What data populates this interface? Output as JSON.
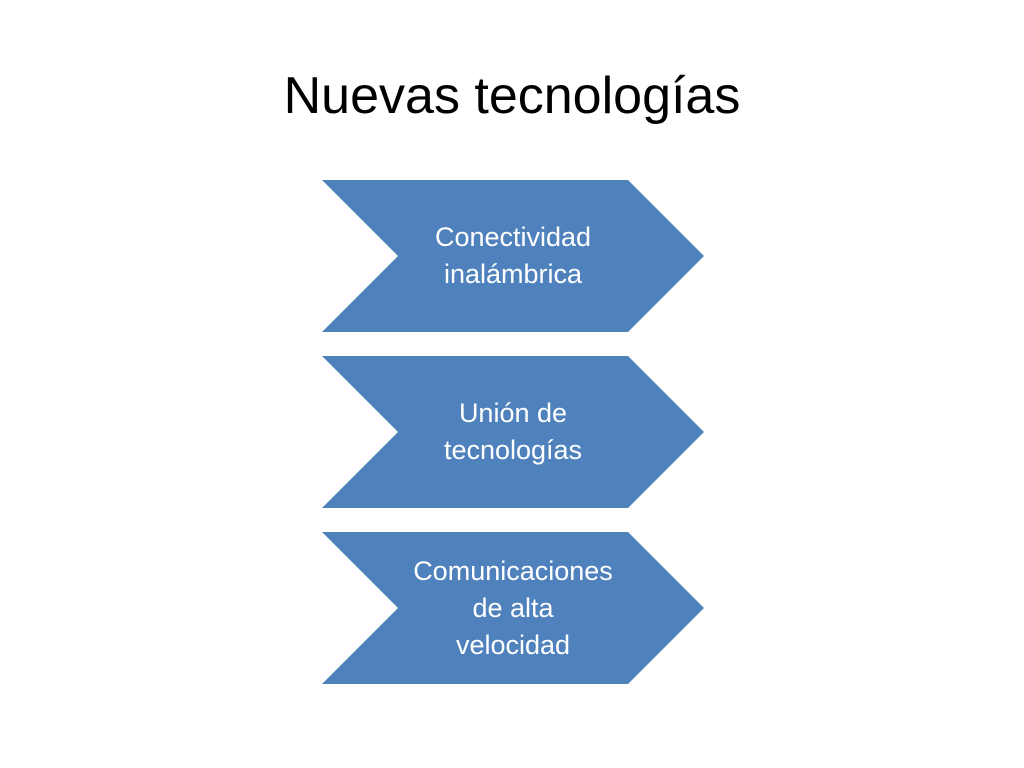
{
  "slide": {
    "title": "Nuevas tecnologías",
    "fill_color": "#4F81BD",
    "items": [
      {
        "label": "Conectividad\ninalámbrica"
      },
      {
        "label": "Unión de\ntecnologías"
      },
      {
        "label": "Comunicaciones\nde alta\nvelocidad"
      }
    ]
  }
}
